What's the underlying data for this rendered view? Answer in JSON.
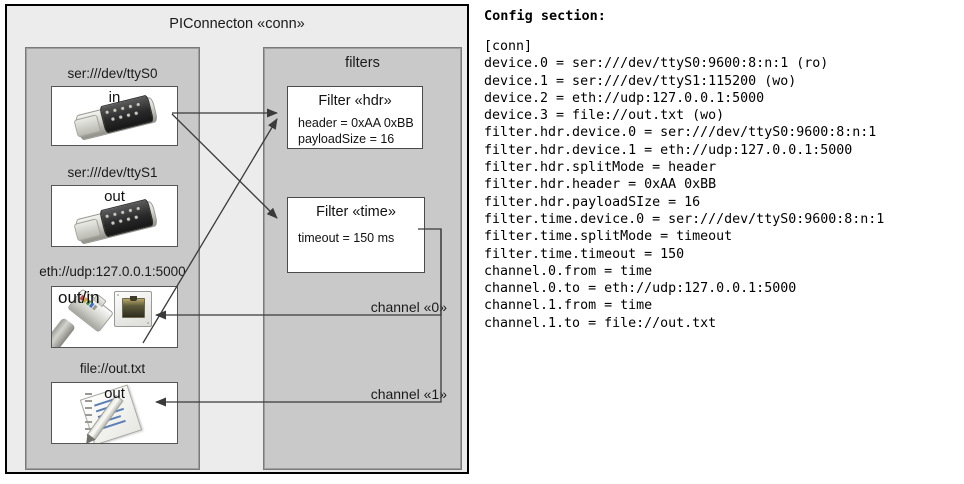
{
  "diagram": {
    "outer_title": "PIConnecton «conn»",
    "devices_panel": {
      "name": "devices-panel",
      "devices": [
        {
          "label": "ser:///dev/ttyS0",
          "io": "in",
          "icon": "serial-connector-icon"
        },
        {
          "label": "ser:///dev/ttyS1",
          "io": "out",
          "icon": "serial-connector-icon"
        },
        {
          "label": "eth://udp:127.0.0.1:5000",
          "io": "out/in",
          "icon": "ethernet-plug-icon"
        },
        {
          "label": "file://out.txt",
          "io": "out",
          "icon": "notepad-pencil-icon"
        }
      ]
    },
    "filters_panel": {
      "title": "filters",
      "filters": [
        {
          "title": "Filter «hdr»",
          "attrs": [
            "header = 0xAA 0xBB",
            "payloadSize = 16"
          ]
        },
        {
          "title": "Filter «time»",
          "attrs": [
            "timeout = 150 ms"
          ]
        }
      ],
      "channels": [
        {
          "label": "channel «0»"
        },
        {
          "label": "channel «1»"
        }
      ]
    },
    "colors": {
      "outer_background": "#ececec",
      "panel_background": "#c9c9c9",
      "box_background": "#ffffff",
      "edge_stroke": "#3a3a3a",
      "outer_border": "#000000"
    }
  },
  "config": {
    "heading": "Config section:",
    "lines": [
      "[conn]",
      "device.0 = ser:///dev/ttyS0:9600:8:n:1 (ro)",
      "device.1 = ser:///dev/ttyS1:115200 (wo)",
      "device.2 = eth://udp:127.0.0.1:5000",
      "device.3 = file://out.txt (wo)",
      "filter.hdr.device.0 = ser:///dev/ttyS0:9600:8:n:1",
      "filter.hdr.device.1 = eth://udp:127.0.0.1:5000",
      "filter.hdr.splitMode = header",
      "filter.hdr.header = 0xAA 0xBB",
      "filter.hdr.payloadSIze = 16",
      "filter.time.device.0 = ser:///dev/ttyS0:9600:8:n:1",
      "filter.time.splitMode = timeout",
      "filter.time.timeout = 150",
      "channel.0.from = time",
      "channel.0.to = eth://udp:127.0.0.1:5000",
      "channel.1.from = time",
      "channel.1.to = file://out.txt"
    ]
  }
}
